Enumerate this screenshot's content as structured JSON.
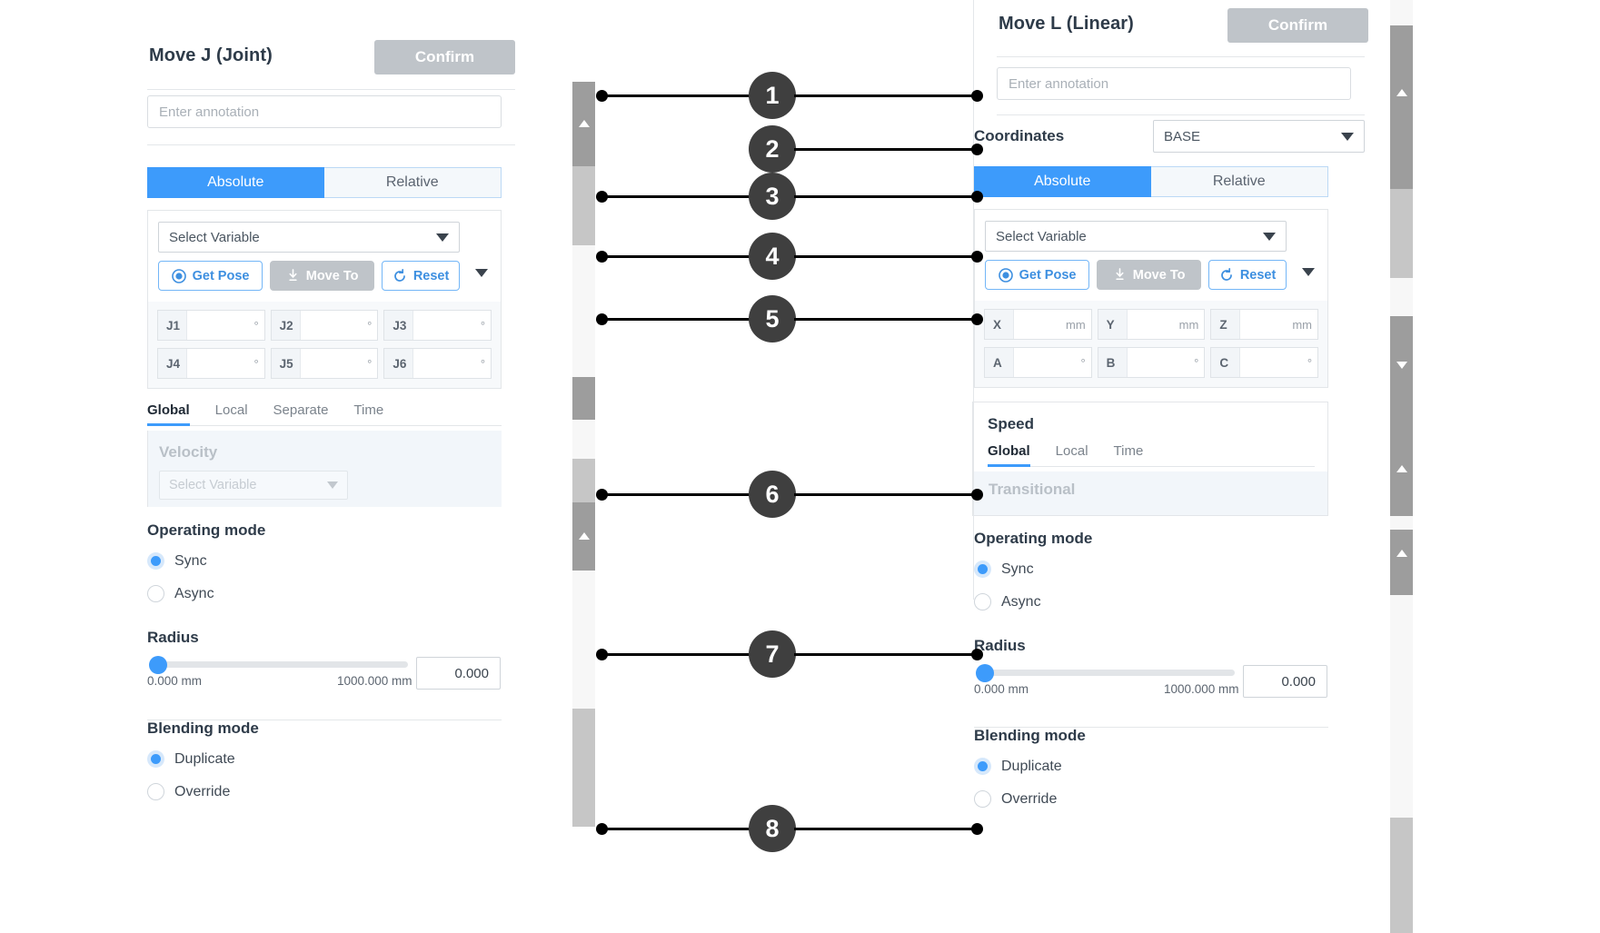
{
  "left_panel": {
    "title": "Move J (Joint)",
    "confirm_label": "Confirm",
    "annotation_placeholder": "Enter annotation",
    "mode_tabs": {
      "absolute": "Absolute",
      "relative": "Relative"
    },
    "variable_select": "Select Variable",
    "buttons": {
      "get_pose": "Get Pose",
      "move_to": "Move To",
      "reset": "Reset"
    },
    "joint_fields": [
      {
        "key": "J1",
        "value": "",
        "unit": "°"
      },
      {
        "key": "J2",
        "value": "",
        "unit": "°"
      },
      {
        "key": "J3",
        "value": "",
        "unit": "°"
      },
      {
        "key": "J4",
        "value": "",
        "unit": "°"
      },
      {
        "key": "J5",
        "value": "",
        "unit": "°"
      },
      {
        "key": "J6",
        "value": "",
        "unit": "°"
      }
    ],
    "velocity_tabs": [
      "Global",
      "Local",
      "Separate",
      "Time"
    ],
    "velocity_tab_active": "Global",
    "velocity_label": "Velocity",
    "velocity_select": "Select Variable",
    "operating_mode": {
      "heading": "Operating mode",
      "options": [
        "Sync",
        "Async"
      ],
      "selected": "Sync"
    },
    "radius": {
      "heading": "Radius",
      "min_label": "0.000 mm",
      "max_label": "1000.000 mm",
      "value": "0.000"
    },
    "blending_mode": {
      "heading": "Blending mode",
      "options": [
        "Duplicate",
        "Override"
      ],
      "selected": "Duplicate"
    }
  },
  "right_panel": {
    "title": "Move L (Linear)",
    "confirm_label": "Confirm",
    "annotation_placeholder": "Enter annotation",
    "coordinates_label": "Coordinates",
    "coordinates_value": "BASE",
    "mode_tabs": {
      "absolute": "Absolute",
      "relative": "Relative"
    },
    "variable_select": "Select Variable",
    "buttons": {
      "get_pose": "Get Pose",
      "move_to": "Move To",
      "reset": "Reset"
    },
    "pose_fields": [
      {
        "key": "X",
        "value": "",
        "unit": "mm"
      },
      {
        "key": "Y",
        "value": "",
        "unit": "mm"
      },
      {
        "key": "Z",
        "value": "",
        "unit": "mm"
      },
      {
        "key": "A",
        "value": "",
        "unit": "°"
      },
      {
        "key": "B",
        "value": "",
        "unit": "°"
      },
      {
        "key": "C",
        "value": "",
        "unit": "°"
      }
    ],
    "speed": {
      "title": "Speed",
      "tabs": [
        "Global",
        "Local",
        "Time"
      ],
      "tab_active": "Global",
      "transitional_label": "Transitional"
    },
    "operating_mode": {
      "heading": "Operating mode",
      "options": [
        "Sync",
        "Async"
      ],
      "selected": "Sync"
    },
    "radius": {
      "heading": "Radius",
      "min_label": "0.000 mm",
      "max_label": "1000.000 mm",
      "value": "0.000"
    },
    "blending_mode": {
      "heading": "Blending mode",
      "options": [
        "Duplicate",
        "Override"
      ],
      "selected": "Duplicate"
    }
  },
  "callouts": [
    {
      "number": "1"
    },
    {
      "number": "2"
    },
    {
      "number": "3"
    },
    {
      "number": "4"
    },
    {
      "number": "5"
    },
    {
      "number": "6"
    },
    {
      "number": "7"
    },
    {
      "number": "8"
    }
  ],
  "colors": {
    "accent_blue": "#3d9bfb",
    "confirm_gray": "#bfc4c9",
    "callout_dark": "#3f3f3f",
    "text_dark": "#2e3b49"
  }
}
